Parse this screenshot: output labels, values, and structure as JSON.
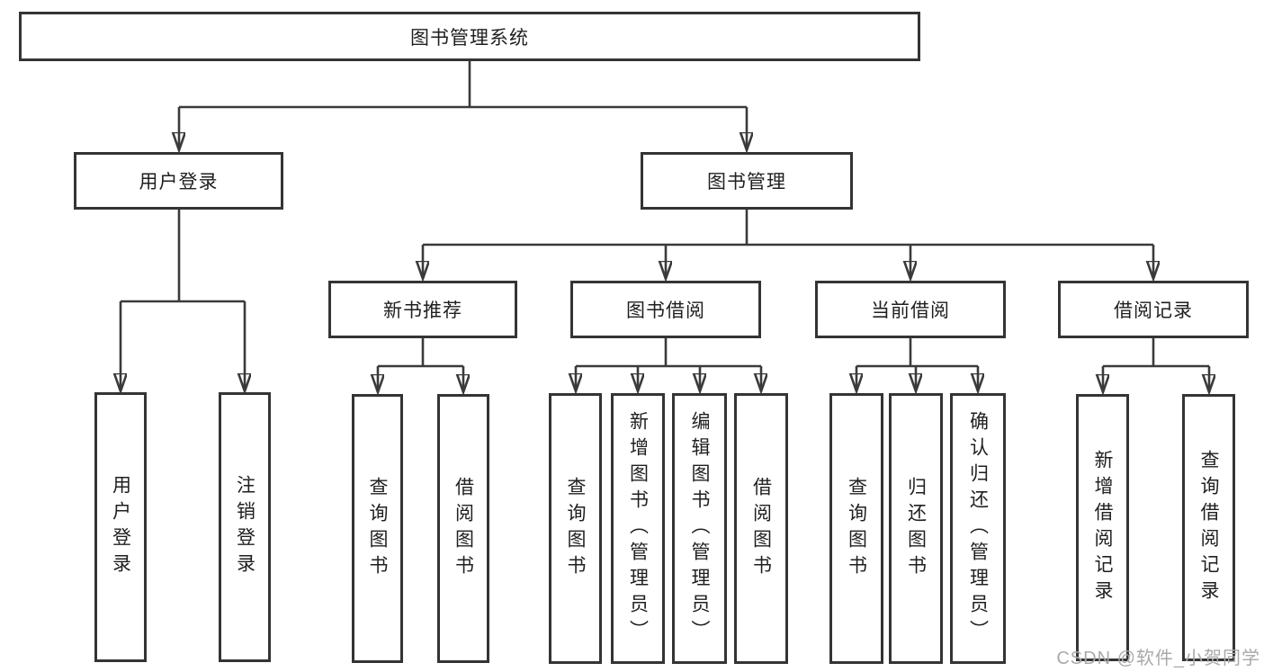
{
  "diagram": {
    "root": {
      "label": "图书管理系统"
    },
    "level2": {
      "user_login": {
        "label": "用户登录"
      },
      "book_mgmt": {
        "label": "图书管理"
      }
    },
    "level3": {
      "new_book_rec": {
        "label": "新书推荐"
      },
      "book_borrow": {
        "label": "图书借阅"
      },
      "current_borrow": {
        "label": "当前借阅"
      },
      "borrow_records": {
        "label": "借阅记录"
      }
    },
    "leaves": {
      "user_login_leaf": {
        "label": "用户登录"
      },
      "logout": {
        "label": "注销登录"
      },
      "rec_query_books": {
        "label": "查询图书"
      },
      "rec_borrow_books": {
        "label": "借阅图书"
      },
      "borrow_query_books": {
        "label": "查询图书"
      },
      "borrow_add_book": {
        "label": "新增图书（管理员）"
      },
      "borrow_edit_book": {
        "label": "编辑图书（管理员）"
      },
      "borrow_borrow_books": {
        "label": "借阅图书"
      },
      "current_query_books": {
        "label": "查询图书"
      },
      "current_return_book": {
        "label": "归还图书"
      },
      "current_confirm_return": {
        "label": "确认归还（管理员）"
      },
      "records_add_record": {
        "label": "新增借阅记录"
      },
      "records_query_record": {
        "label": "查询借阅记录"
      }
    }
  },
  "watermark": {
    "text": "CSDN @软件_小贺同学"
  },
  "colors": {
    "line": "#3a3a3a",
    "box_border": "#343434",
    "box_fill": "#ffffff",
    "text": "#1f1f1f",
    "watermark": "#a9a9a9",
    "background": "#ffffff"
  }
}
